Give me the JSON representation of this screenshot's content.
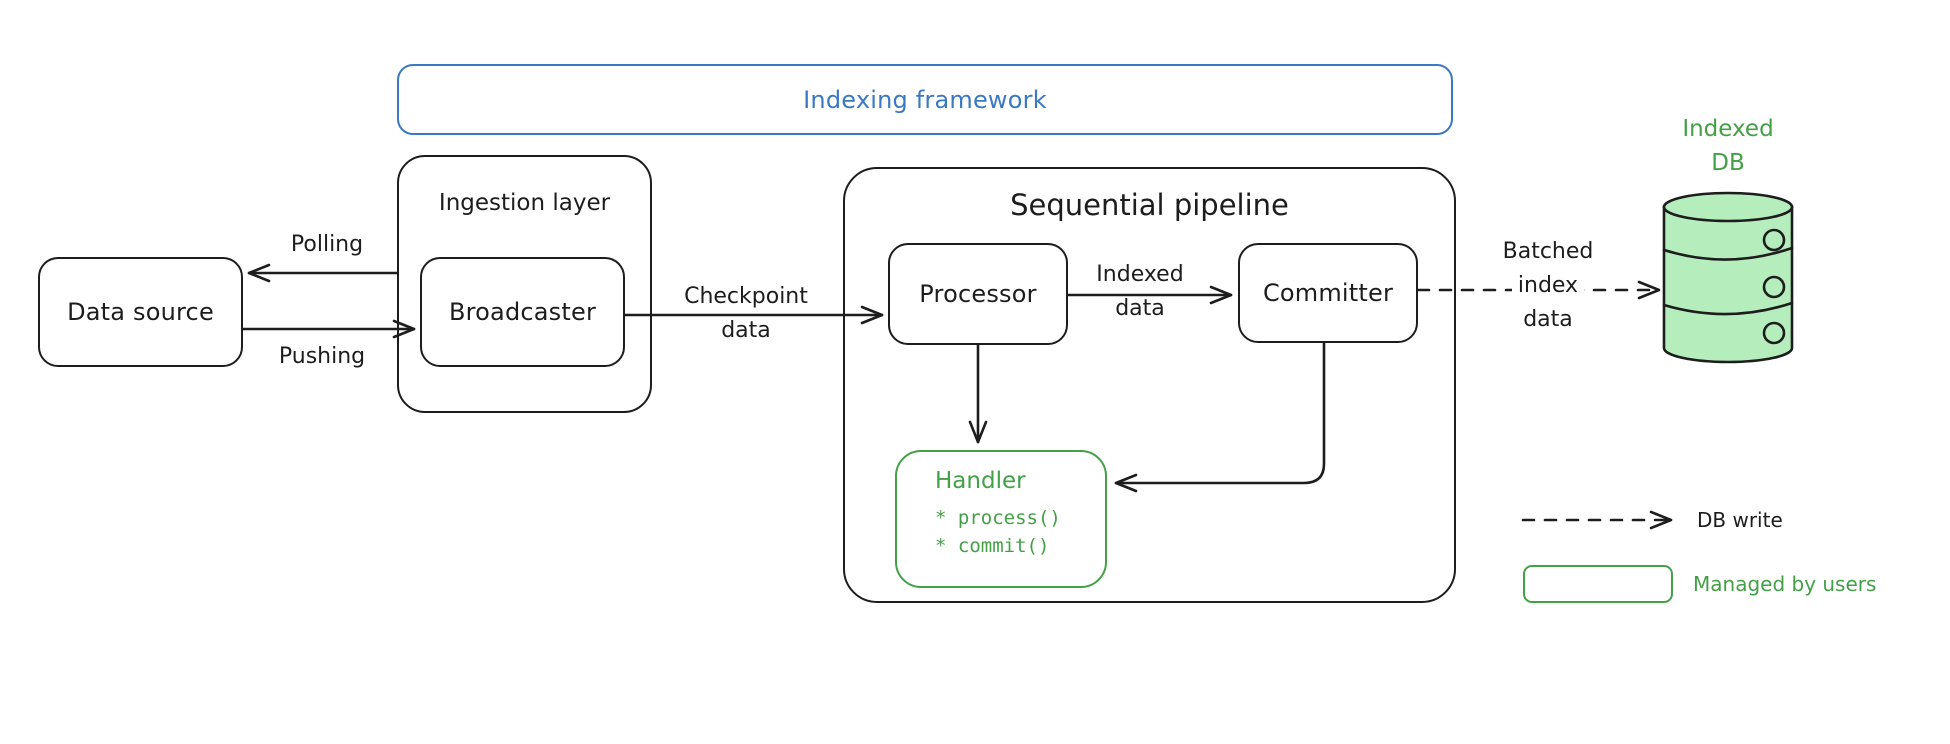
{
  "diagram": {
    "frame": {
      "label": "Indexing framework"
    },
    "nodes": {
      "data_source": {
        "label": "Data source"
      },
      "ingestion": {
        "label": "Ingestion layer"
      },
      "broadcaster": {
        "label": "Broadcaster"
      },
      "pipeline": {
        "label": "Sequential pipeline"
      },
      "processor": {
        "label": "Processor"
      },
      "committer": {
        "label": "Committer"
      },
      "handler": {
        "title": "Handler",
        "methods": [
          "* process()",
          "* commit()"
        ]
      },
      "indexed_db": {
        "line1": "Indexed",
        "line2": "DB"
      }
    },
    "edges": {
      "polling": {
        "label": "Polling"
      },
      "pushing": {
        "label": "Pushing"
      },
      "checkpoint": {
        "line1": "Checkpoint",
        "line2": "data"
      },
      "indexed_data": {
        "line1": "Indexed",
        "line2": "data"
      },
      "batched": {
        "line1": "Batched",
        "line2": "index",
        "line3": "data"
      }
    },
    "legend": {
      "db_write": "DB write",
      "managed_by_users": "Managed by users"
    },
    "colors": {
      "frame_blue": "#3b78c4",
      "accent_green": "#44a047",
      "db_fill_green": "#b6edbd",
      "ink": "#1d1d1d"
    }
  }
}
